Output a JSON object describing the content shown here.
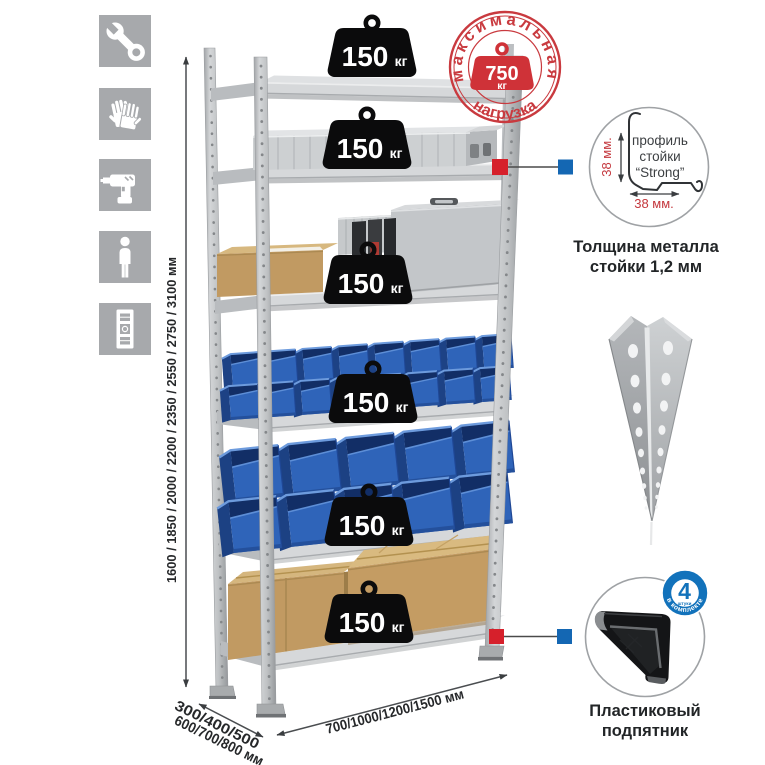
{
  "icons": {
    "items": [
      "wrench-icon",
      "gloves-icon",
      "drill-icon",
      "person-icon",
      "level-icon"
    ]
  },
  "shelf_badges": [
    {
      "value": "150",
      "unit": "кг"
    },
    {
      "value": "150",
      "unit": "кг"
    },
    {
      "value": "150",
      "unit": "кг"
    },
    {
      "value": "150",
      "unit": "кг"
    },
    {
      "value": "150",
      "unit": "кг"
    },
    {
      "value": "150",
      "unit": "кг"
    }
  ],
  "stamp": {
    "arc_top": "максимальная",
    "arc_bottom": "нагрузка",
    "value": "750",
    "unit": "кг"
  },
  "dimensions": {
    "height": "1600 / 1850 / 2000 / 2200 / 2350 / 2550 / 2750 / 3100 мм",
    "depth_line1": "300/400/500",
    "depth_line2": "600/700/800 мм",
    "width": "700/1000/1200/1500 мм"
  },
  "profile_callout": {
    "label_line1": "профиль",
    "label_line2": "стойки",
    "label_line3": "“Strong”",
    "vertical_dim": "38 мм.",
    "horizontal_dim": "38 мм.",
    "caption_line1": "Толщина металла",
    "caption_line2": "стойки 1,2 мм"
  },
  "foot_callout": {
    "badge_number": "4",
    "badge_unit": "штуки",
    "badge_arc": "в комплекте",
    "caption_line1": "Пластиковый",
    "caption_line2": "подпятник"
  },
  "colors": {
    "accent_red": "#d32b33",
    "accent_blue": "#1768b0",
    "metal_gray": "#cdd0d2",
    "bin_blue": "#2f63b8",
    "cardboard": "#c19a62",
    "badge_black": "#0b0b0c",
    "icon_tile_gray": "#a7a9ac"
  }
}
